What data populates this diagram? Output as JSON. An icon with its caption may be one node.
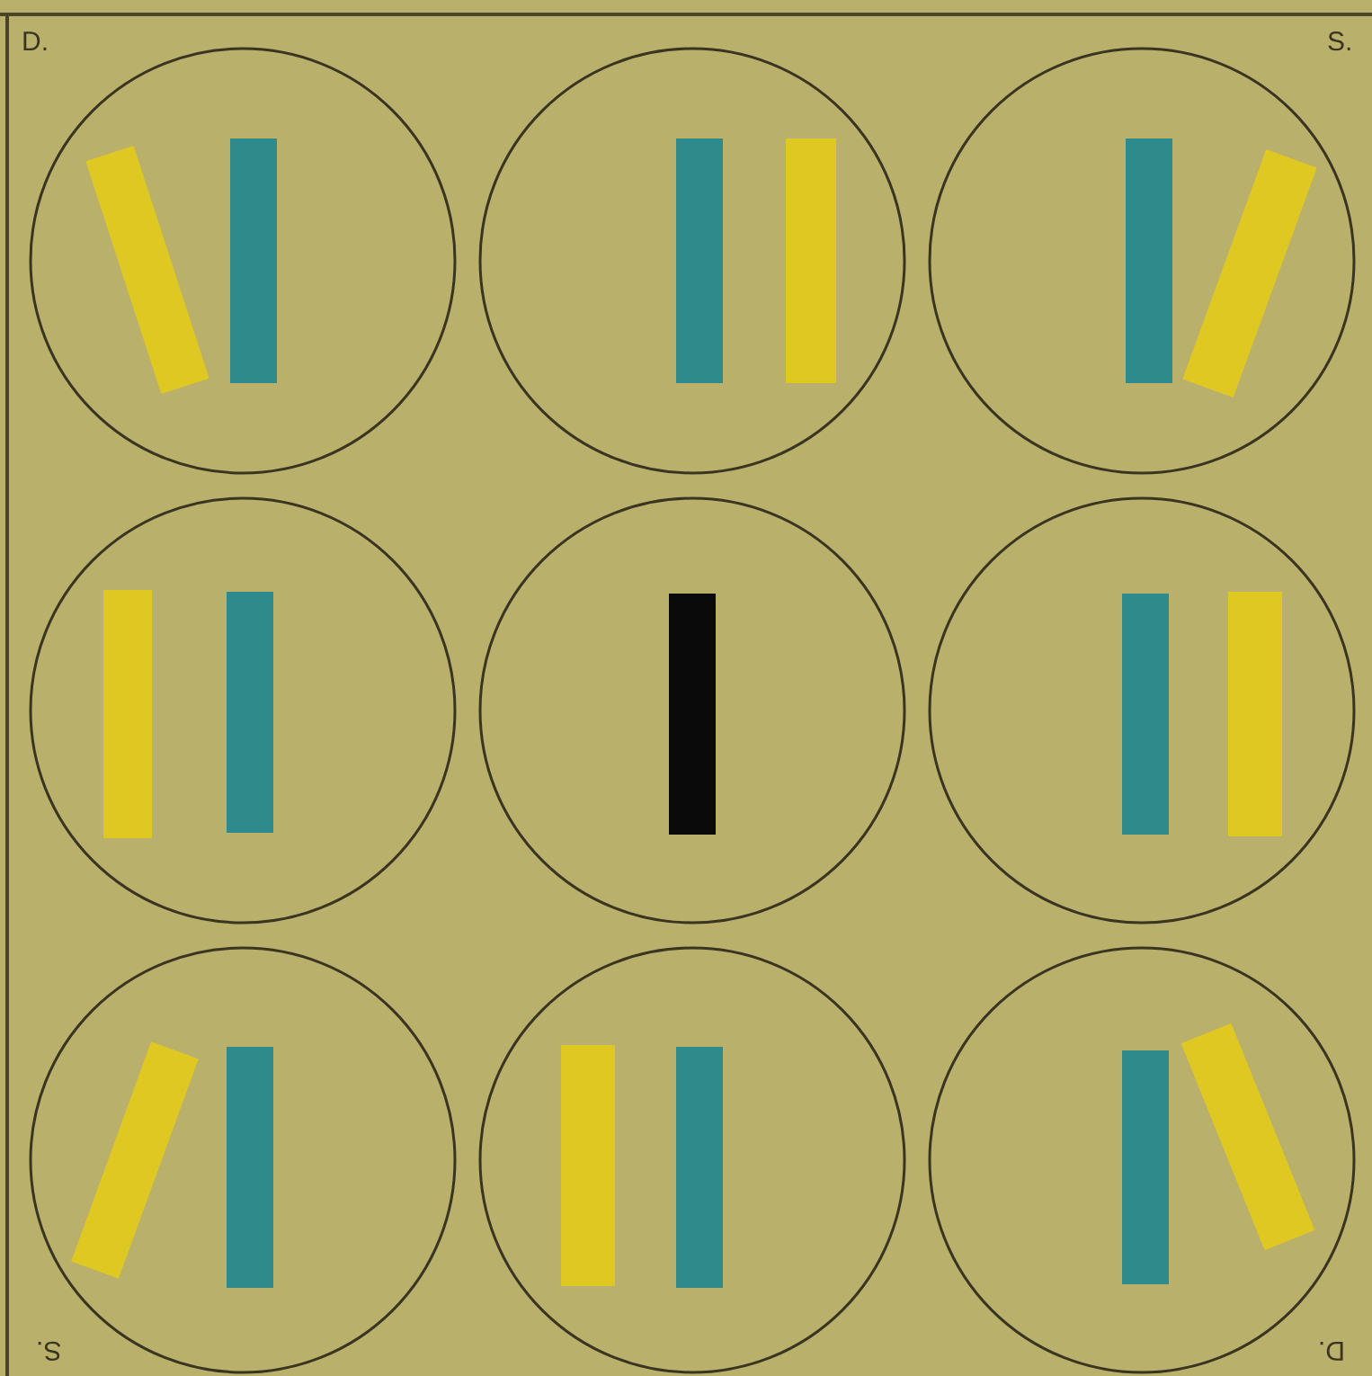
{
  "diagram": {
    "labels": [
      "D.",
      "S.",
      "S.",
      "D."
    ]
  }
}
